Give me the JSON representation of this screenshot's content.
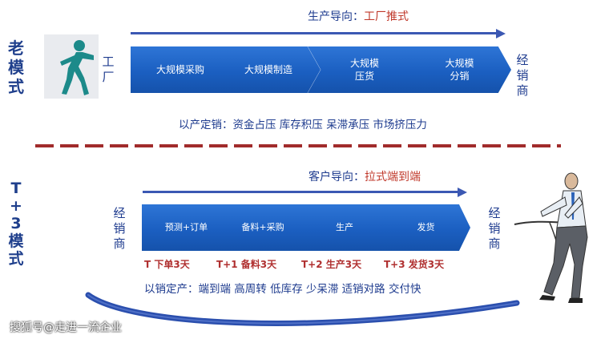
{
  "old_mode": {
    "title": "老\n模\n式",
    "orientation_label": "生产导向：",
    "orientation_value": "工厂推式",
    "factory_label": "工\n厂",
    "steps": [
      "大规模采购",
      "大规模制造",
      "大规模\n压货",
      "大规模\n分销"
    ],
    "end_label": "经\n销\n商",
    "note": "以产定销：资金占压  库存积压  呆滞承压  市场挤压力"
  },
  "new_mode": {
    "title": "T\n+\n3\n模\n式",
    "orientation_label": "客户导向：",
    "orientation_value": "拉式端到端",
    "start_label": "经\n销\n商",
    "steps": [
      "预测+订单",
      "备料+采购",
      "生产",
      "发货"
    ],
    "periods": [
      "T 下单3天",
      "T+1 备料3天",
      "T+2 生产3天",
      "T+3 发货3天"
    ],
    "end_label": "经\n销\n商",
    "note": "以销定产：端到端  高周转  低库存  少呆滞  适销对路  交付快"
  },
  "watermark": "搜狐号@走进一流企业",
  "icons": [
    "factory-worker-pushing-icon",
    "businessman-pulling-rope-icon"
  ],
  "colors": {
    "chevron_blue": "#1b5fc1",
    "accent_red": "#c0392b",
    "text_blue": "#1f3c8f",
    "divider_red": "#a12b2b"
  }
}
